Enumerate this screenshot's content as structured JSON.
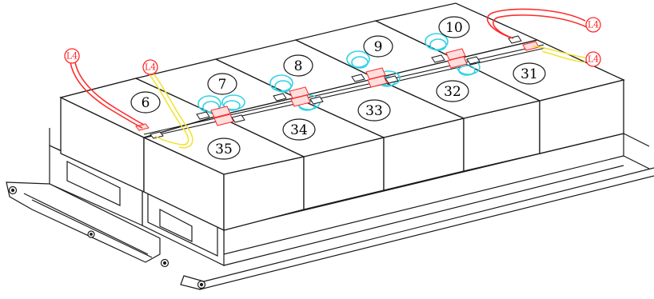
{
  "diagram": {
    "colors": {
      "outline": "#1a1a1a",
      "cable_red": "#ff2a2a",
      "cable_yellow": "#f2e33a",
      "loop_cyan": "#32d2e6",
      "background": "#ffffff"
    },
    "battery_labels": {
      "b6": "6",
      "b7": "7",
      "b8": "8",
      "b9": "9",
      "b10": "10",
      "b35": "35",
      "b34": "34",
      "b33": "33",
      "b32": "32",
      "b31": "31"
    },
    "cable_labels": {
      "left_red": "L4",
      "left_yellow": "L4",
      "right_red": "L4",
      "right_yellow": "L4"
    }
  }
}
